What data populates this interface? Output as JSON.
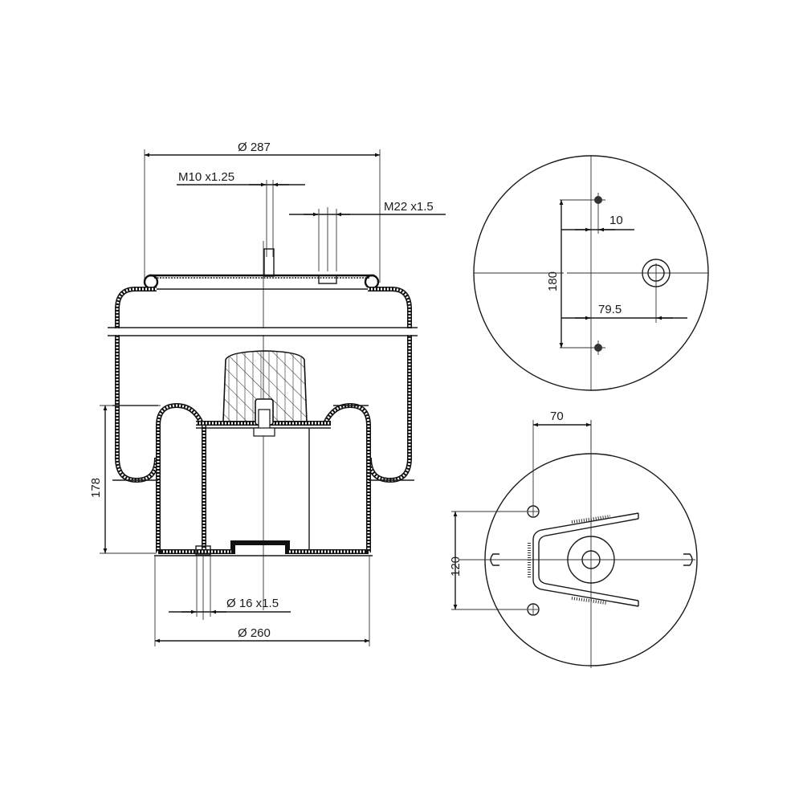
{
  "drawing": {
    "title": "Air spring technical drawing",
    "side_view": {
      "dimensions": {
        "top_diameter": "Ø 287",
        "top_stud_thread": "M10  x1.25",
        "air_inlet_thread": "M22  x1.5",
        "height": "178",
        "bottom_thread": "Ø 16  x1.5",
        "bottom_diameter": "Ø 260"
      }
    },
    "top_view": {
      "dimensions": {
        "stud_spacing": "180",
        "stud_offset": "10",
        "inlet_offset": "79.5"
      }
    },
    "bottom_view": {
      "dimensions": {
        "hole_offset": "70",
        "hole_spacing": "120"
      }
    }
  }
}
